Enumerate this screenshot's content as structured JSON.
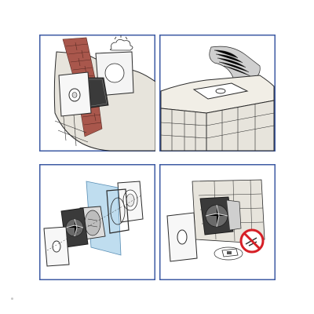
{
  "figure": {
    "description_role": "installation-instructions",
    "panels": [
      {
        "id": "wall-mounting"
      },
      {
        "id": "ceiling-mounting"
      },
      {
        "id": "exploded-assembly"
      },
      {
        "id": "usage-warning"
      }
    ]
  },
  "colors": {
    "frame_blue": "#3d5aa3",
    "outline": "#2b2b2b",
    "wall_fill": "#e7e4dc",
    "brick_red": "#a9574c",
    "glass_blue": "#a9d1ea",
    "duct_grey": "#cfcfcf",
    "prohibited_red": "#d61f26"
  },
  "icons": {
    "weather": "cloud-rain-icon",
    "prohibited": "no-spray-icon"
  }
}
